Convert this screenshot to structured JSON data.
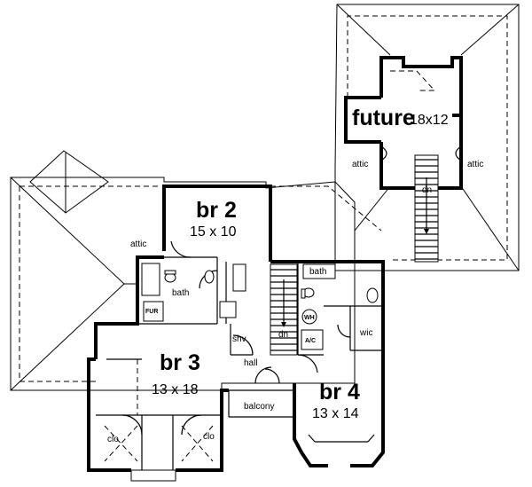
{
  "rooms": {
    "future": {
      "name": "future",
      "size": "18x12"
    },
    "br2": {
      "name": "br 2",
      "size": "15 x 10"
    },
    "br3": {
      "name": "br 3",
      "size": "13 x 18"
    },
    "br4": {
      "name": "br 4",
      "size": "13 x 14"
    }
  },
  "labels": {
    "attic_left": "attic",
    "attic_right": "attic",
    "attic_br2": "attic",
    "bath_left": "bath",
    "bath_right": "bath",
    "shv": "shv",
    "hall": "hall",
    "dn_stair": "dn",
    "dn_future": "dn",
    "balcony": "balcony",
    "clo_left": "clo",
    "clo_right": "clo",
    "wic": "wic",
    "ac": "A/C",
    "wh": "WH",
    "fur": "FUR"
  }
}
